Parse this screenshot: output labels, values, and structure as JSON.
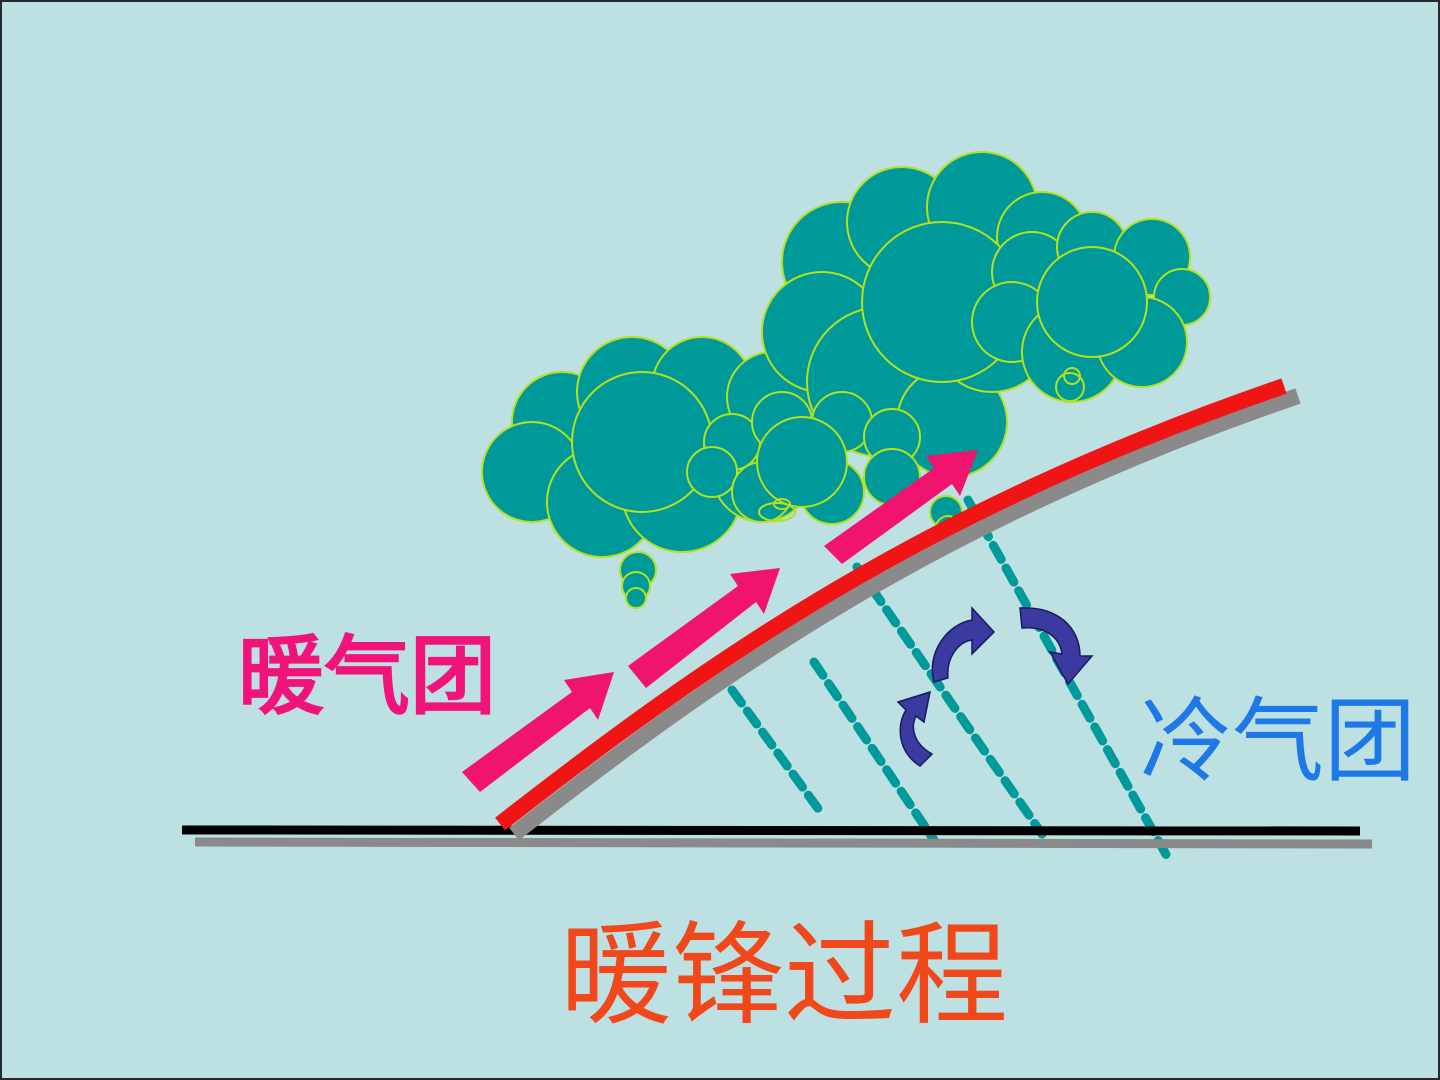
{
  "labels": {
    "warm_air_mass": "暖气团",
    "cold_air_mass": "冷气团",
    "title": "暖锋过程"
  },
  "colors": {
    "background": "#bde0e3",
    "front_line": "#f01414",
    "front_shadow": "#8a8a8a",
    "ground": "#000000",
    "ground_shadow": "#8a8a8a",
    "warm_arrow": "#f0146e",
    "cloud_fill": "#009999",
    "cloud_outline": "#b4e01e",
    "rain": "#009a9a",
    "cold_arrow": "#3a3aa0",
    "warm_text": "#f0147a",
    "cold_text": "#1e78e6",
    "title_text": "#f0481a"
  }
}
